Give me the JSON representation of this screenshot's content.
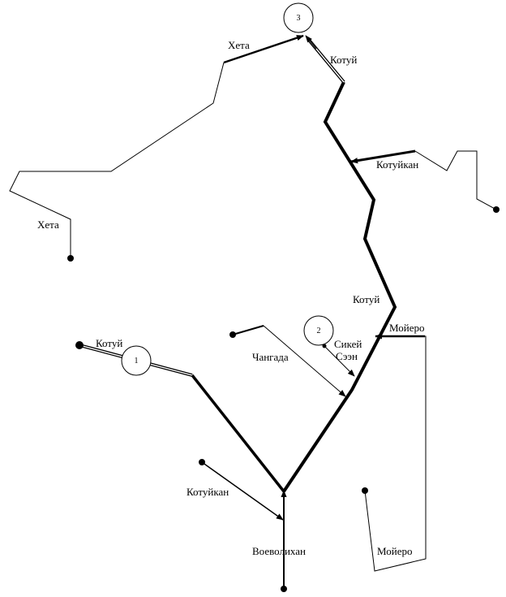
{
  "labels": {
    "kheta_top": "Хета",
    "kheta_left": "Хета",
    "kotuy_top": "Котуй",
    "kotuy_mid": "Котуй",
    "kotuy_left": "Котуй",
    "kotuykan_right": "Котуйкан",
    "kotuykan_bottom": "Котуйкан",
    "moyero_top": "Мойеро",
    "moyero_bottom": "Мойеро",
    "sikey_line1": "Сикей",
    "sikey_line2": "Сээн",
    "changada": "Чангада",
    "voevolikhan": "Воеволихан"
  },
  "markers": {
    "m1": "1",
    "m2": "2",
    "m3": "3"
  }
}
